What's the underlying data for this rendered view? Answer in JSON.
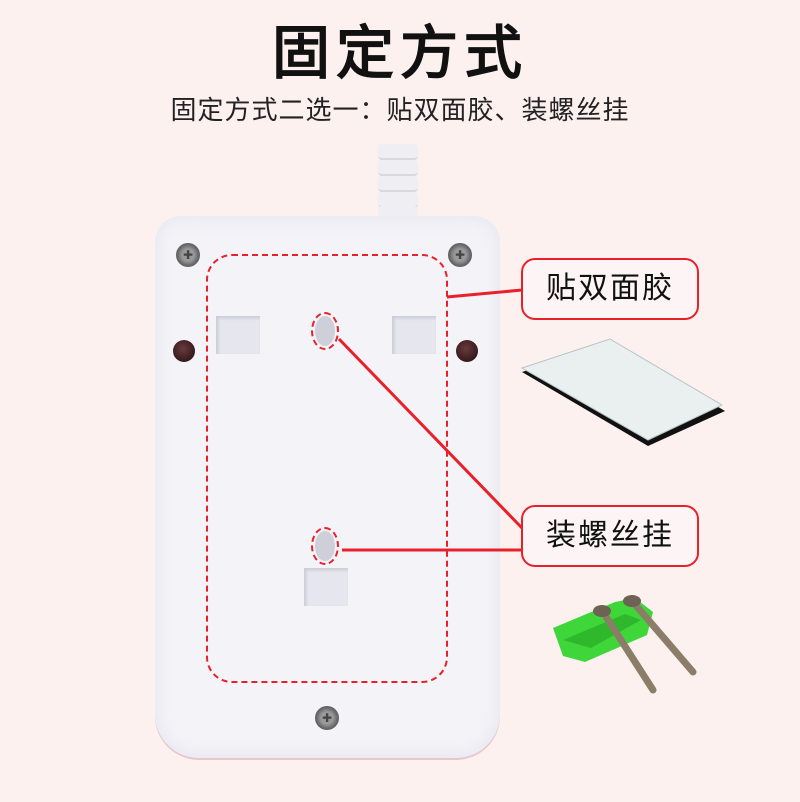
{
  "header": {
    "title": "固定方式",
    "subtitle": "固定方式二选一：贴双面胶、装螺丝挂"
  },
  "callouts": [
    {
      "label": "贴双面胶",
      "target": "adhesive-area"
    },
    {
      "label": "装螺丝挂",
      "target": "screw-holes"
    }
  ],
  "accessories": {
    "adhesive": "double-sided-tape-pad",
    "screws": "screws-with-green-wall-anchors"
  },
  "colors": {
    "background": "#fdf1f0",
    "accent": "#e8202a",
    "device": "#f3f3f8",
    "anchor_green": "#3fd63a"
  }
}
